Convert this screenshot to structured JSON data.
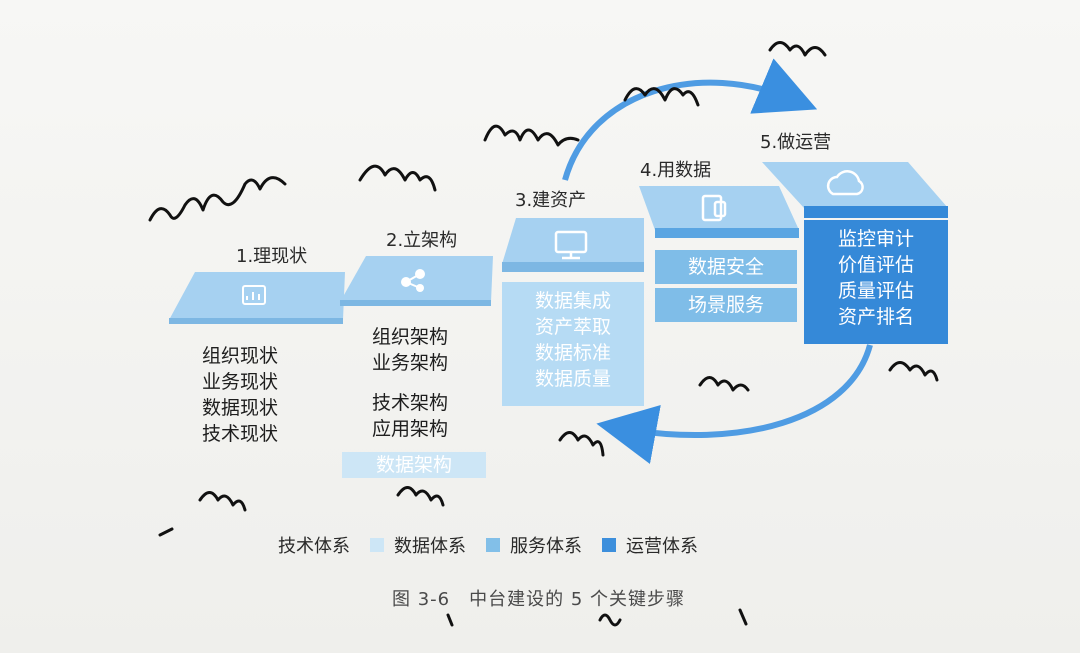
{
  "steps": [
    {
      "title": "1.理现状",
      "items": [
        "组织现状",
        "业务现状",
        "数据现状",
        "技术现状"
      ]
    },
    {
      "title": "2.立架构",
      "items": [
        "组织架构",
        "业务架构",
        "技术架构",
        "应用架构",
        "数据架构"
      ]
    },
    {
      "title": "3.建资产",
      "items": [
        "数据集成",
        "资产萃取",
        "数据标准",
        "数据质量"
      ]
    },
    {
      "title": "4.用数据",
      "items": [
        "数据安全",
        "场景服务"
      ]
    },
    {
      "title": "5.做运营",
      "items": [
        "监控审计",
        "价值评估",
        "质量评估",
        "资产排名"
      ]
    }
  ],
  "legend": [
    {
      "label": "技术体系",
      "color": "#ffffff"
    },
    {
      "label": "数据体系",
      "color": "#cde6f6"
    },
    {
      "label": "服务体系",
      "color": "#82bfe8"
    },
    {
      "label": "运营体系",
      "color": "#3d8fdc"
    }
  ],
  "caption": "图 3-6　中台建设的 5 个关键步骤",
  "colors": {
    "top_light": "#a9d4f2",
    "front_light": "#cfe7f7",
    "mid_blue": "#7fbde8",
    "dark_blue": "#3589d8",
    "arrow_blue": "#3a8fe0"
  },
  "icons": [
    "chart-icon",
    "hierarchy-icon",
    "monitor-icon",
    "tablet-icon",
    "cloud-icon"
  ]
}
